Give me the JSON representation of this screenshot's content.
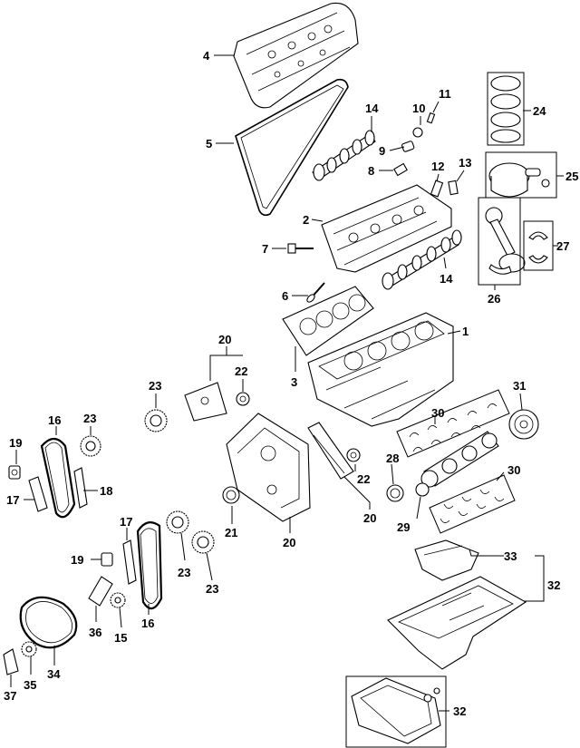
{
  "callouts": {
    "c1": "1",
    "c2": "2",
    "c3": "3",
    "c4": "4",
    "c5": "5",
    "c6": "6",
    "c7": "7",
    "c8": "8",
    "c9": "9",
    "c10": "10",
    "c11": "11",
    "c12": "12",
    "c13": "13",
    "c14a": "14",
    "c14b": "14",
    "c15": "15",
    "c16a": "16",
    "c16b": "16",
    "c17a": "17",
    "c17b": "17",
    "c18": "18",
    "c19a": "19",
    "c19b": "19",
    "c20a": "20",
    "c20b": "20",
    "c20c": "20",
    "c21": "21",
    "c22a": "22",
    "c22b": "22",
    "c23a": "23",
    "c23b": "23",
    "c23c": "23",
    "c23d": "23",
    "c24": "24",
    "c25": "25",
    "c26": "26",
    "c27": "27",
    "c28": "28",
    "c29": "29",
    "c30a": "30",
    "c30b": "30",
    "c31": "31",
    "c32a": "32",
    "c32b": "32",
    "c33": "33",
    "c34": "34",
    "c35": "35",
    "c36": "36",
    "c37": "37"
  }
}
